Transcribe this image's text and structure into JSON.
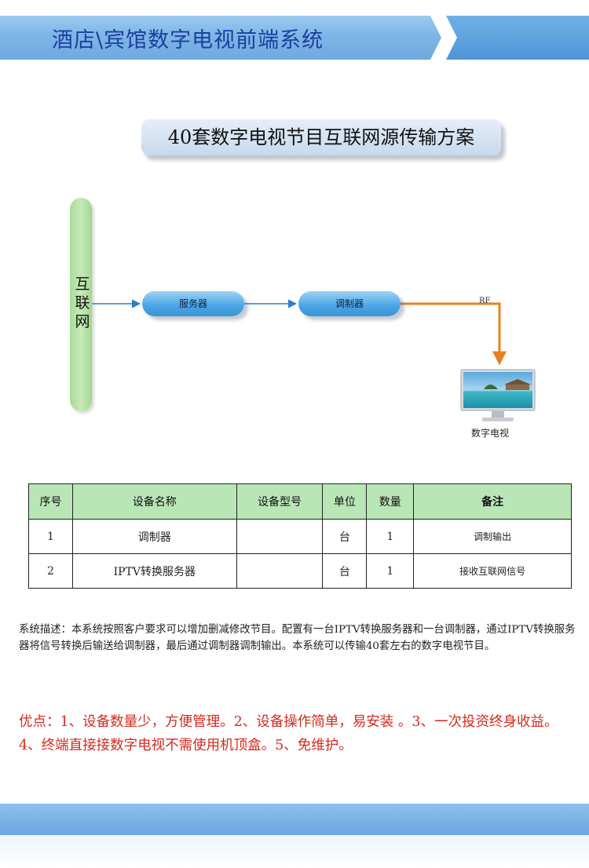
{
  "header": {
    "title": "酒店\\宾馆数字电视前端系统"
  },
  "diagram": {
    "title": "40套数字电视节目互联网源传输方案",
    "internet_label": "互\n联\n网",
    "server_label": "服务器",
    "modulator_label": "调制器",
    "rf_label": "RF",
    "tv_label": "数字电视"
  },
  "table": {
    "headers": [
      "序号",
      "设备名称",
      "设备型号",
      "单位",
      "数量",
      "备注"
    ],
    "rows": [
      [
        "1",
        "调制器",
        "",
        "台",
        "1",
        "调制输出"
      ],
      [
        "2",
        "IPTV转换服务器",
        "",
        "台",
        "1",
        "接收互联网信号"
      ]
    ]
  },
  "description": "系统描述：本系统按照客户要求可以增加删减修改节目。配置有一台IPTV转换服务器和一台调制器，通过IPTV转换服务器将信号转换后输送给调制器，最后通过调制器调制输出。本系统可以传输40套左右的数字电视节目。",
  "advantages": "优点：1、设备数量少，方便管理。2、设备操作简单，易安装 。3、一次投资终身收益。4、终端直接接数字电视不需使用机顶盒。5、免维护。",
  "colors": {
    "banner": "#7fb5e6",
    "title_text": "#1c3fa0",
    "internet_bar": "#b5e2a6",
    "device_pill": "#4da8e6",
    "arrow_blue": "#2a7fc7",
    "arrow_orange": "#e8801e",
    "table_header": "#b9e6b7",
    "advantages_text": "#d42a1e"
  }
}
